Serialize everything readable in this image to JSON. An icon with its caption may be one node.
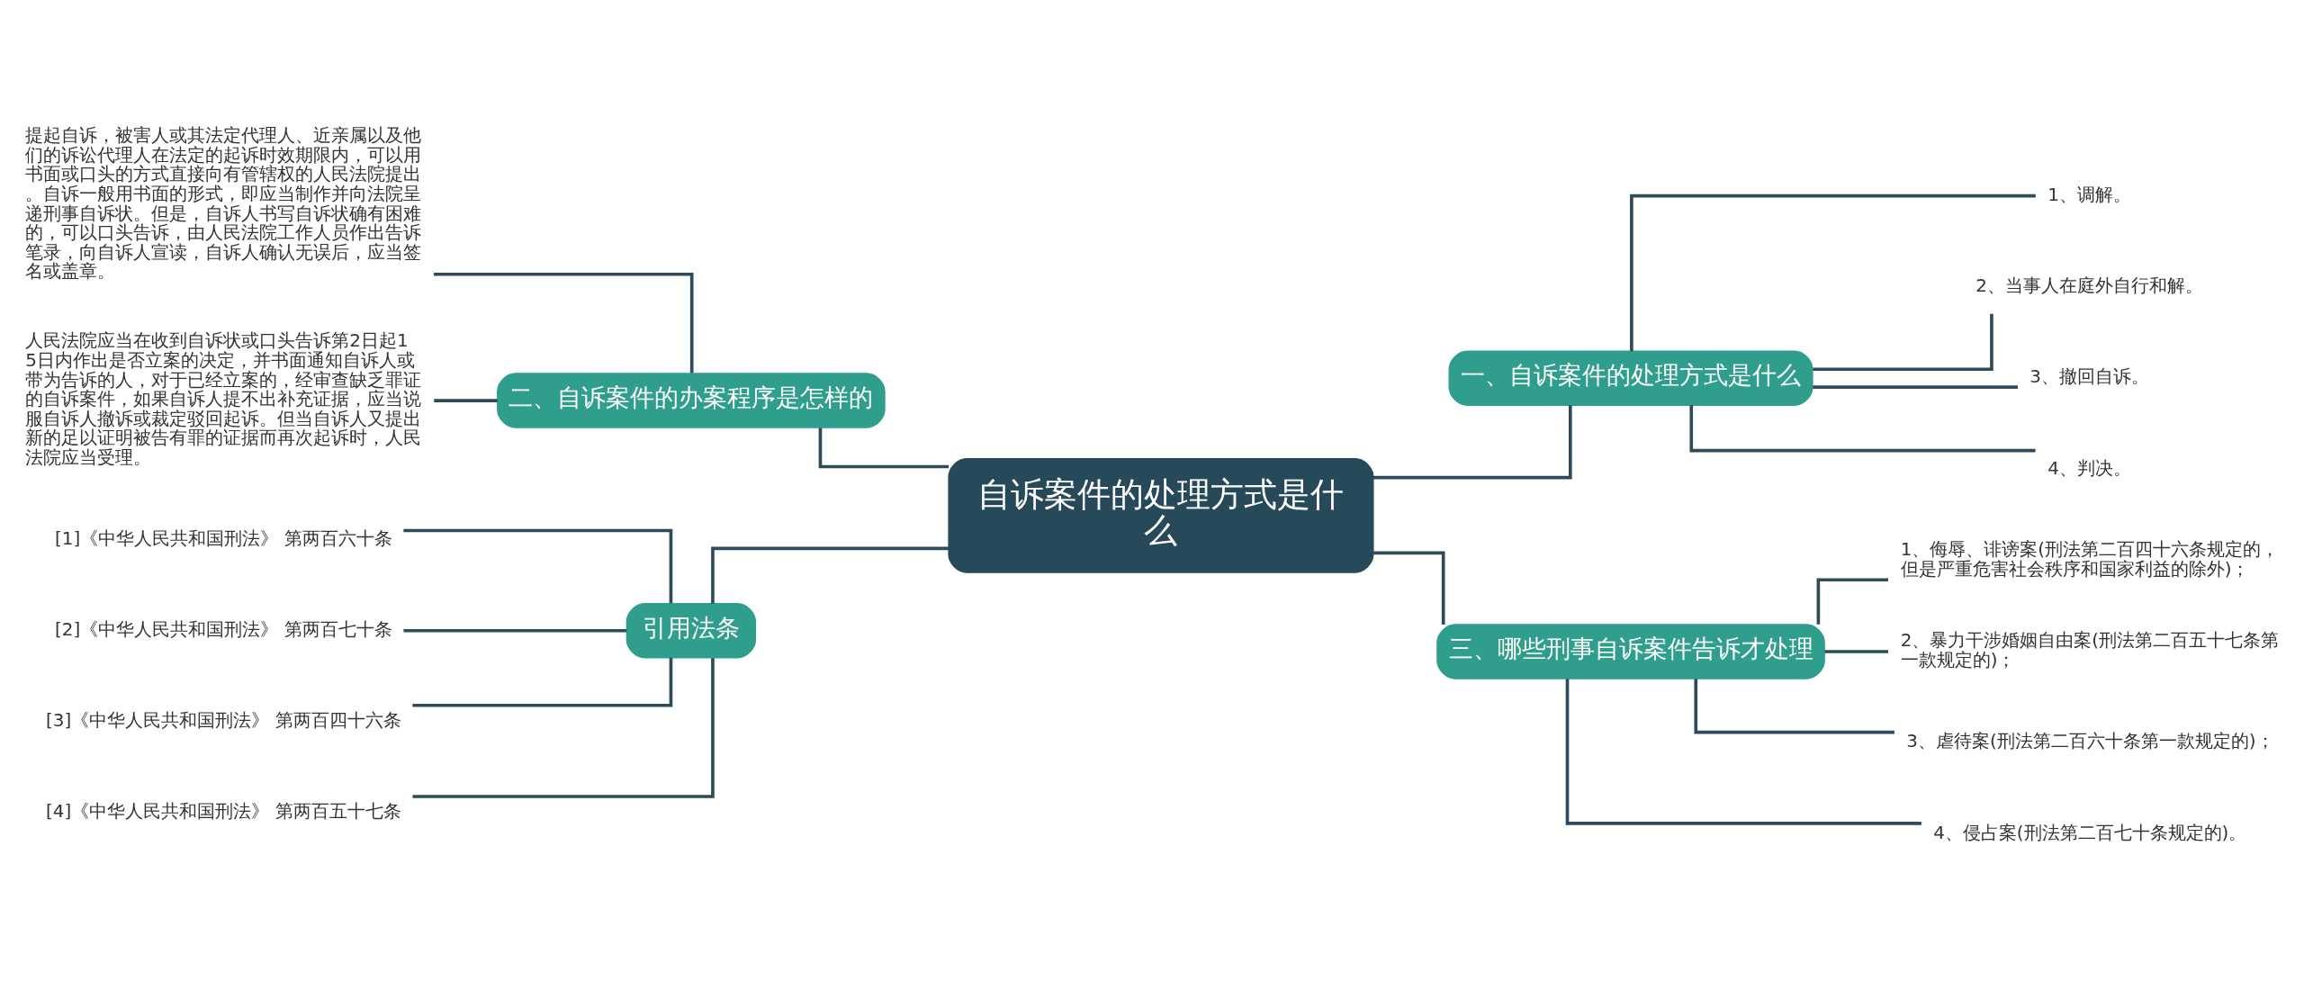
{
  "diagram": {
    "nodes": [
      {
        "text": [
          "自诉案件的处理方式是什么"
        ]
      },
      {
        "text": [
          "一、自诉案件的处理方式是什么"
        ]
      },
      {
        "text": [
          "1、调解。"
        ]
      },
      {
        "text": [
          "2、当事人在庭外自行和解。"
        ]
      },
      {
        "text": [
          "3、撤回自诉。"
        ]
      },
      {
        "text": [
          "4、判决。"
        ]
      },
      {
        "text": [
          "三、哪些刑事自诉案件告诉才处理"
        ]
      },
      {
        "text": [
          "1、侮辱、诽谤案(刑法第二百四十六条规定的，但是严重危害社会秩序和国家利益的除外)；"
        ]
      },
      {
        "text": [
          "2、暴力干涉婚姻自由案(刑法第二百五十七条第一款规定的)；"
        ]
      },
      {
        "text": [
          "3、虐待案(刑法第二百六十条第一款规定的)；"
        ]
      },
      {
        "text": [
          "4、侵占案(刑法第二百七十条规定的)。"
        ]
      },
      {
        "text": [
          "二、自诉案件的办案程序是怎样的"
        ]
      },
      {
        "text": [
          "提起自诉，被害人或其法定代理人、近亲属以及他们的诉讼代理人在法定的起诉时效期限内，可以用书面或口头的方式直接向有管辖权的人民法院提出。自诉一般用书面的形式，即应当制作并向法院呈递刑事自诉状。但是，自诉人书写自诉状确有困难的，可以口头告诉，由人民法院工作人员作出告诉笔录，向自诉人宣读，自诉人确认无误后，应当签名或盖章。"
        ]
      },
      {
        "text": [
          "人民法院应当在收到自诉状或口头告诉第2日起15日内作出是否立案的决定，并书面通知自诉人或带为告诉的人，对于已经立案的，经审查缺乏罪证的自诉案件，如果自诉人提不出补充证据，应当说服自诉人撤诉或裁定驳回起诉。但当自诉人又提出新的足以证明被告有罪的证据而再次起诉时，人民法院应当受理。"
        ]
      },
      {
        "text": [
          "引用法条"
        ]
      },
      {
        "text": [
          "[1]《中华人民共和国刑法》 第两百六十条"
        ]
      },
      {
        "text": [
          "[2]《中华人民共和国刑法》 第两百七十条"
        ]
      },
      {
        "text": [
          "[3]《中华人民共和国刑法》 第两百四十六条"
        ]
      },
      {
        "text": [
          "[4]《中华人民共和国刑法》 第两百五十七条"
        ]
      }
    ],
    "edges": [
      {
        "from": 0,
        "to": 1,
        "arrow": "none"
      },
      {
        "from": 1,
        "to": 2,
        "arrow": "none"
      },
      {
        "from": 1,
        "to": 3,
        "arrow": "none"
      },
      {
        "from": 1,
        "to": 4,
        "arrow": "none"
      },
      {
        "from": 1,
        "to": 5,
        "arrow": "none"
      },
      {
        "from": 0,
        "to": 6,
        "arrow": "none"
      },
      {
        "from": 6,
        "to": 7,
        "arrow": "none"
      },
      {
        "from": 6,
        "to": 8,
        "arrow": "none"
      },
      {
        "from": 6,
        "to": 9,
        "arrow": "none"
      },
      {
        "from": 6,
        "to": 10,
        "arrow": "none"
      },
      {
        "from": 0,
        "to": 11,
        "arrow": "none"
      },
      {
        "from": 11,
        "to": 12,
        "arrow": "none"
      },
      {
        "from": 11,
        "to": 13,
        "arrow": "none"
      },
      {
        "from": 0,
        "to": 14,
        "arrow": "none"
      },
      {
        "from": 14,
        "to": 15,
        "arrow": "none"
      },
      {
        "from": 14,
        "to": 16,
        "arrow": "none"
      },
      {
        "from": 14,
        "to": 17,
        "arrow": "none"
      },
      {
        "from": 14,
        "to": 18,
        "arrow": "none"
      }
    ]
  }
}
